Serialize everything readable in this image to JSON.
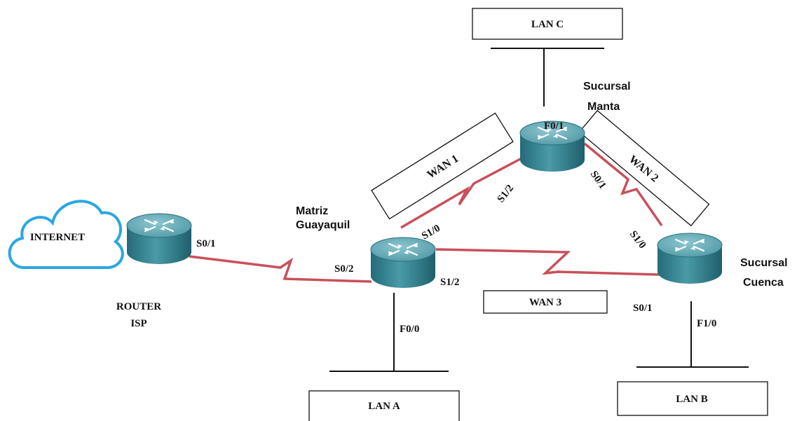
{
  "diagram": {
    "internet_label": "INTERNET",
    "router_isp": {
      "line1": "ROUTER",
      "line2": "ISP",
      "port": "S0/1"
    },
    "matriz": {
      "line1": "Matriz",
      "line2": "Guayaquil",
      "port_s02": "S0/2",
      "port_s10": "S1/0",
      "port_s12": "S1/2",
      "port_f00": "F0/0"
    },
    "manta": {
      "line1": "Sucursal",
      "line2": "Manta",
      "port_f01": "F0/1",
      "port_s12": "S1/2",
      "port_s01": "S0/1"
    },
    "cuenca": {
      "line1": "Sucursal",
      "line2": "Cuenca",
      "port_s10": "S1/0",
      "port_s01": "S0/1",
      "port_f10": "F1/0"
    },
    "lans": {
      "a": "LAN A",
      "b": "LAN B",
      "c": "LAN C"
    },
    "wans": {
      "w1": "WAN 1",
      "w2": "WAN 2",
      "w3": "WAN 3"
    },
    "colors": {
      "cloud": "#2aa7df",
      "router_top": "#5fa8b5",
      "router_body": "#2f7e8e",
      "link": "#c8505a"
    }
  }
}
